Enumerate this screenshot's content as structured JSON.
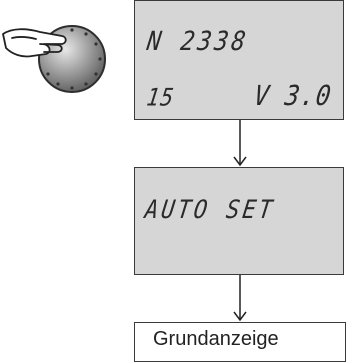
{
  "knob": {
    "icon": "hand-pressing-knob-icon"
  },
  "display_1": {
    "line1": "N 2338",
    "line2_left": "15",
    "line2_right": "V 3.0"
  },
  "display_2": {
    "line1": "AUTO SET"
  },
  "result_box": {
    "label": "Grundanzeige"
  },
  "colors": {
    "lcd_background": "#d6d6d6",
    "outline": "#3a3a3a"
  }
}
